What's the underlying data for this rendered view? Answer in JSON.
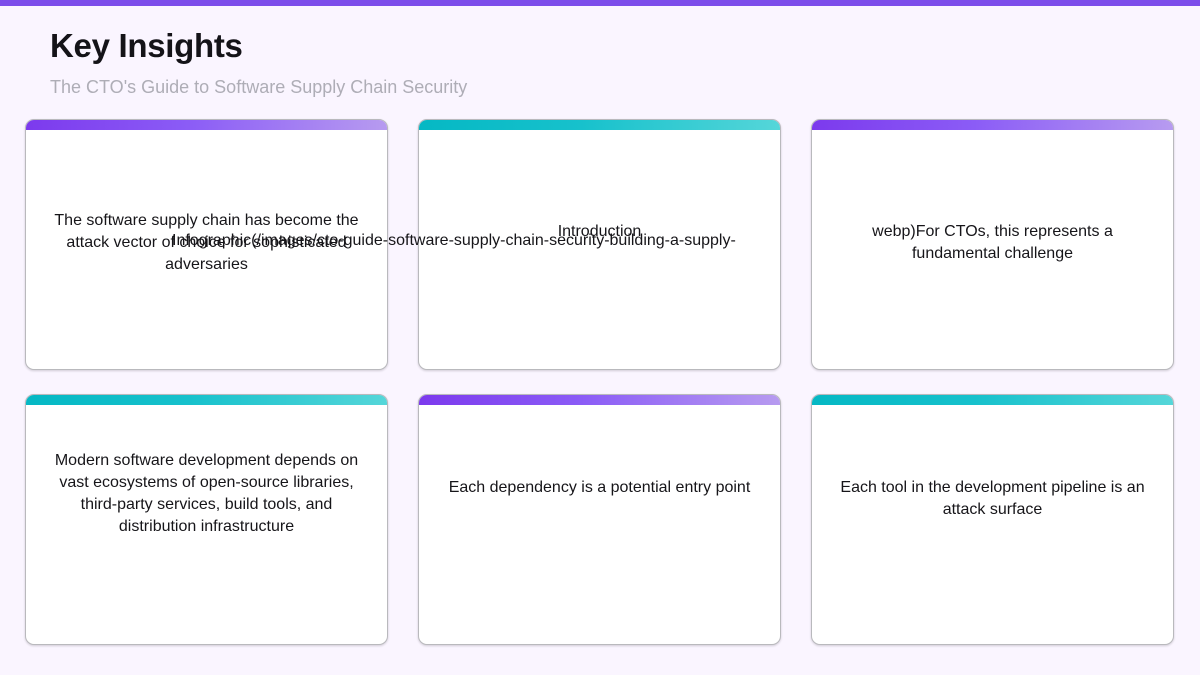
{
  "accent_colors": {
    "top_strip": "#7c4dea",
    "purple_start": "#7c3aed",
    "purple_end": "#b79bf0",
    "teal_start": "#05b8c4",
    "teal_end": "#55d6d9",
    "page_background": "#faf5ff",
    "card_background": "#ffffff",
    "title_color": "#141318",
    "subtitle_color": "#aeadb6",
    "body_text_color": "#161519"
  },
  "header": {
    "title": "Key Insights",
    "subtitle": "The CTO's Guide to Software Supply Chain Security"
  },
  "overlay": {
    "path_text": "Infographic(/images/cto-guide-software-supply-chain-security-building-a-supply-"
  },
  "cards": [
    {
      "id": "card-1",
      "accent": "purple",
      "text": "The software supply chain has become the attack vector of choice for sophisticated adversaries"
    },
    {
      "id": "card-2",
      "accent": "teal",
      "text": "Introduction"
    },
    {
      "id": "card-3",
      "accent": "purple",
      "text": "webp)For CTOs, this represents a fundamental challenge"
    },
    {
      "id": "card-4",
      "accent": "teal",
      "text": "Modern software development depends on vast ecosystems of open-source libraries, third-party services, build tools, and distribution infrastructure"
    },
    {
      "id": "card-5",
      "accent": "purple",
      "text": "Each dependency is a potential entry point"
    },
    {
      "id": "card-6",
      "accent": "teal",
      "text": "Each tool in the development pipeline is an attack surface"
    }
  ]
}
